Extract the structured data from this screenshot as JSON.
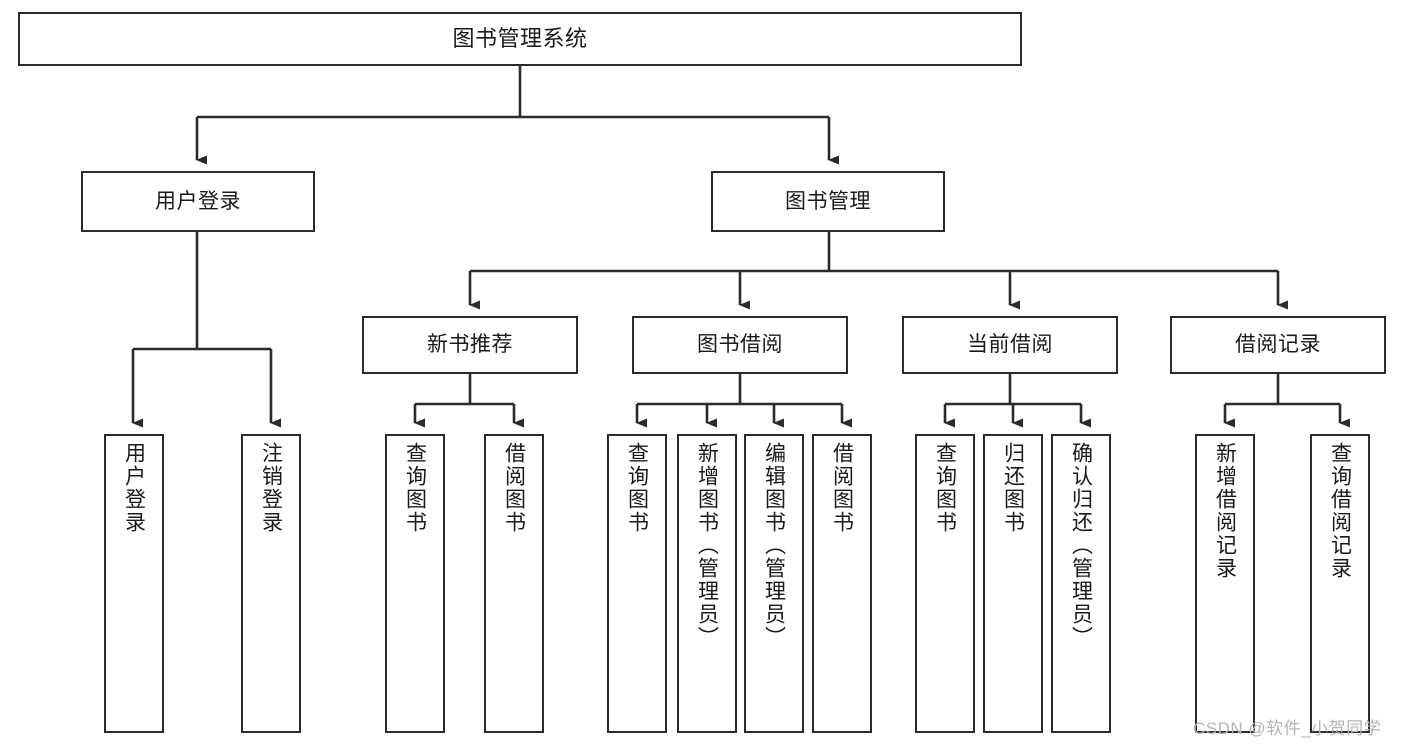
{
  "diagram": {
    "type": "tree",
    "title": "图书管理系统",
    "orientation": "top-down",
    "colors": {
      "box_border": "#2b2b2b",
      "box_fill": "#ffffff",
      "connector": "#2b2b2b",
      "background": "#ffffff",
      "watermark": "#b4b4b4"
    },
    "nodes": {
      "root": {
        "label": "图书管理系统",
        "level": 0
      },
      "l1": [
        {
          "id": "user_login",
          "label": "用户登录",
          "level": 1
        },
        {
          "id": "book_manage",
          "label": "图书管理",
          "level": 1
        }
      ],
      "l2": [
        {
          "id": "new_book_rec",
          "label": "新书推荐",
          "level": 2,
          "parent": "book_manage"
        },
        {
          "id": "book_borrow",
          "label": "图书借阅",
          "level": 2,
          "parent": "book_manage"
        },
        {
          "id": "current_borrow",
          "label": "当前借阅",
          "level": 2,
          "parent": "book_manage"
        },
        {
          "id": "borrow_record",
          "label": "借阅记录",
          "level": 2,
          "parent": "book_manage"
        }
      ],
      "leaves": [
        {
          "id": "leaf_user_login",
          "label": "用户登录",
          "parent": "user_login"
        },
        {
          "id": "leaf_logout",
          "label": "注销登录",
          "parent": "user_login"
        },
        {
          "id": "leaf_query_book_1",
          "label": "查询图书",
          "parent": "new_book_rec"
        },
        {
          "id": "leaf_borrow_book_1",
          "label": "借阅图书",
          "parent": "new_book_rec"
        },
        {
          "id": "leaf_query_book_2",
          "label": "查询图书",
          "parent": "book_borrow"
        },
        {
          "id": "leaf_add_book",
          "label": "新增图书（管理员）",
          "parent": "book_borrow"
        },
        {
          "id": "leaf_edit_book",
          "label": "编辑图书（管理员）",
          "parent": "book_borrow"
        },
        {
          "id": "leaf_borrow_book_2",
          "label": "借阅图书",
          "parent": "book_borrow"
        },
        {
          "id": "leaf_query_book_3",
          "label": "查询图书",
          "parent": "current_borrow"
        },
        {
          "id": "leaf_return_book",
          "label": "归还图书",
          "parent": "current_borrow"
        },
        {
          "id": "leaf_confirm_return",
          "label": "确认归还（管理员）",
          "parent": "current_borrow"
        },
        {
          "id": "leaf_add_record",
          "label": "新增借阅记录",
          "parent": "borrow_record"
        },
        {
          "id": "leaf_query_record",
          "label": "查询借阅记录",
          "parent": "borrow_record"
        }
      ]
    },
    "watermark": "CSDN @软件_小贺同学"
  }
}
